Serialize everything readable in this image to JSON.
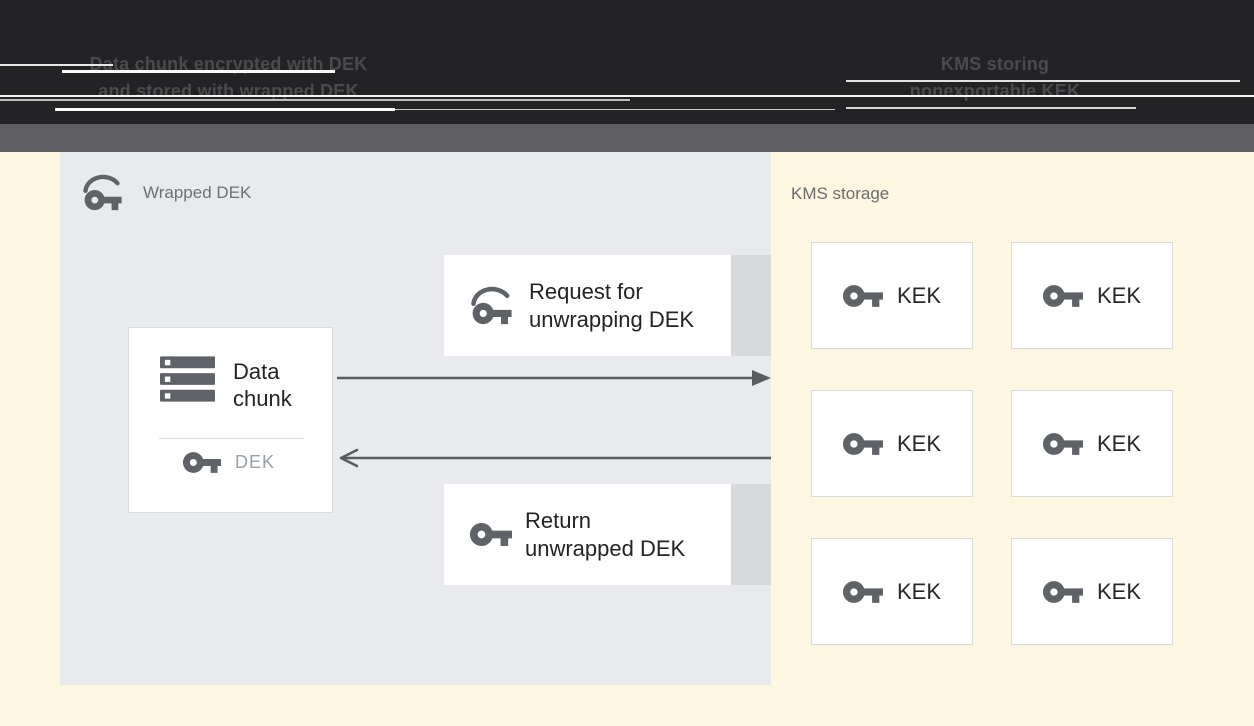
{
  "header": {
    "left_caption": {
      "line1": "Data chunk encrypted with DEK",
      "line2": "and stored with wrapped DEK"
    },
    "right_caption": {
      "line1": "KMS storing",
      "line2": "nonexportable KEK"
    }
  },
  "diagram": {
    "wrapped_dek_panel": {
      "label": "Wrapped DEK"
    },
    "data_chunk_box": {
      "line1": "Data",
      "line2": "chunk",
      "key_label": "DEK"
    },
    "request_box": {
      "line1": "Request for",
      "line2": "unwrapping DEK"
    },
    "return_box": {
      "line1": "Return",
      "line2": "unwrapped DEK"
    },
    "kms_panel": {
      "label": "KMS storage",
      "kek_boxes": [
        {
          "label": "KEK"
        },
        {
          "label": "KEK"
        },
        {
          "label": "KEK"
        },
        {
          "label": "KEK"
        },
        {
          "label": "KEK"
        },
        {
          "label": "KEK"
        }
      ]
    }
  },
  "icons": {
    "wrapped_key": "wrapped-key-icon",
    "key": "key-icon",
    "data_stack": "data-stack-icon",
    "arrow_right": "arrow-right-icon",
    "arrow_left": "arrow-left-icon"
  },
  "colors": {
    "header_bg": "#232325",
    "header_text": "#4b4b4e",
    "band_gray": "#5e5e60",
    "background_cream": "#fdf6e1",
    "panel_gray_blue": "#e8eaed",
    "box_white": "#ffffff",
    "box_border": "#dadce0",
    "tab_gray": "#d8d9db",
    "icon_and_arrow_gray": "#5f6368",
    "text_dark": "#222326",
    "text_medium_gray": "#6e7174",
    "text_light_gray": "#9aa0a6"
  }
}
